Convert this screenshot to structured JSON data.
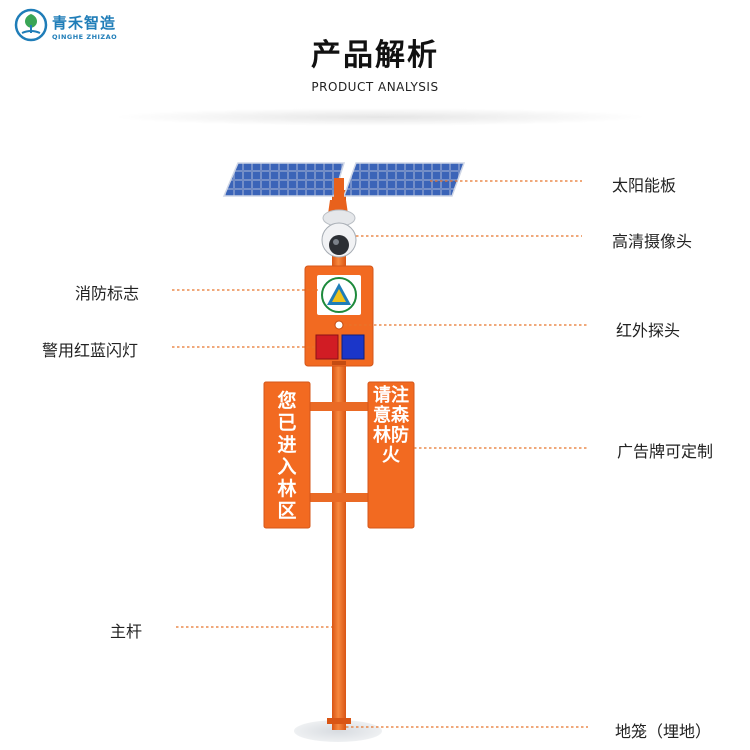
{
  "brand": {
    "name": "青禾智造",
    "name_en": "QINGHE ZHIZAO",
    "color": "#1f7db8"
  },
  "header": {
    "title": "产品解析",
    "subtitle": "PRODUCT ANALYSIS"
  },
  "signs": {
    "left_text": "您已进入林区",
    "right_text": "请注意森林防火"
  },
  "callouts": {
    "solar_panel": "太阳能板",
    "hd_camera": "高清摄像头",
    "fire_sign": "消防标志",
    "infrared_probe": "红外探头",
    "police_lights": "警用红蓝闪灯",
    "custom_billboard": "广告牌可定制",
    "main_pole": "主杆",
    "ground_cage": "地笼（埋地）"
  },
  "colors": {
    "pole_orange": "#f26a21",
    "leader_line": "#e8742a",
    "solar_blue": "#2a4d9b"
  }
}
